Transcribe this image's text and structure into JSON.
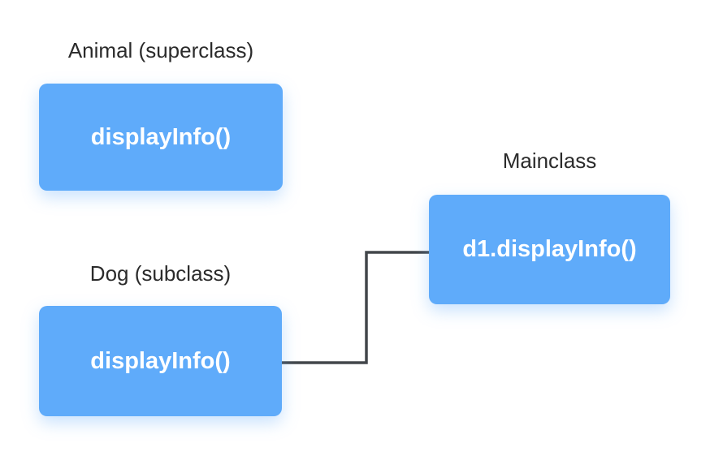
{
  "nodes": [
    {
      "id": "animal",
      "title": "Animal (superclass)",
      "method": "displayInfo()"
    },
    {
      "id": "mainclass",
      "title": "Mainclass",
      "method": "d1.displayInfo()"
    },
    {
      "id": "dog",
      "title": "Dog (subclass)",
      "method": "displayInfo()"
    }
  ],
  "arrow": {
    "from": "mainclass",
    "to": "dog"
  },
  "colors": {
    "box_fill": "#5fabfa",
    "box_text": "#ffffff",
    "label_text": "#2b2b2b",
    "arrow": "#42464a",
    "background": "#ffffff"
  }
}
